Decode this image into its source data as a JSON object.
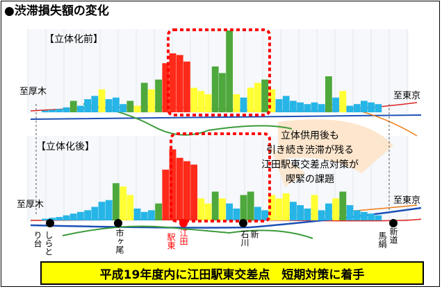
{
  "title": "●渋滞損失額の変化",
  "panel_before": {
    "label": "【立体化前】"
  },
  "panel_after": {
    "label": "【立体化後】"
  },
  "direction_left": "至厚木",
  "direction_right": "至東京",
  "stations": [
    {
      "name": "しらとり台",
      "color": "#000000"
    },
    {
      "name": "市ヶ尾",
      "color": "#000000"
    },
    {
      "name": "江田駅東",
      "color": "#ff0000"
    },
    {
      "name": "新石川",
      "color": "#000000"
    },
    {
      "name": "馬絹新道",
      "color": "#000000"
    }
  ],
  "station_lines": {
    "しらとり台": [
      "しらと",
      "り台"
    ],
    "市ヶ尾": [
      "市ヶ尾"
    ],
    "江田駅東": [
      "江田",
      "駅東"
    ],
    "新石川": [
      "新",
      "石川"
    ],
    "馬絹新道": [
      "新道",
      "馬絹"
    ]
  },
  "callout": {
    "lines": [
      "立体供用後も",
      "引き続き渋滞が残る",
      "江田駅東交差点対策が",
      "喫緊の課題"
    ]
  },
  "banner": "平成19年度内に江田駅東交差点　短期対策に着手",
  "colors": {
    "red": "#ff2a1a",
    "green": "#4ea83c",
    "yellow": "#ffff33",
    "cyan": "#26b5e6",
    "highlight": "#ff0000"
  },
  "chart_data": [
    {
      "type": "bar",
      "title": "【立体化前】",
      "ylim": [
        0,
        100
      ],
      "bars": [
        {
          "v": 2,
          "c": "cyan"
        },
        {
          "v": 3,
          "c": "cyan"
        },
        {
          "v": 4,
          "c": "cyan"
        },
        {
          "v": 6,
          "c": "cyan"
        },
        {
          "v": 14,
          "c": "green"
        },
        {
          "v": 8,
          "c": "cyan"
        },
        {
          "v": 16,
          "c": "cyan"
        },
        {
          "v": 20,
          "c": "cyan"
        },
        {
          "v": 28,
          "c": "yellow"
        },
        {
          "v": 16,
          "c": "cyan"
        },
        {
          "v": 18,
          "c": "cyan"
        },
        {
          "v": 10,
          "c": "cyan"
        },
        {
          "v": 14,
          "c": "green"
        },
        {
          "v": 8,
          "c": "yellow"
        },
        {
          "v": 36,
          "c": "green"
        },
        {
          "v": 28,
          "c": "yellow"
        },
        {
          "v": 40,
          "c": "green"
        },
        {
          "v": 60,
          "c": "red"
        },
        {
          "v": 72,
          "c": "red"
        },
        {
          "v": 70,
          "c": "red"
        },
        {
          "v": 62,
          "c": "red"
        },
        {
          "v": 30,
          "c": "yellow"
        },
        {
          "v": 26,
          "c": "yellow"
        },
        {
          "v": 22,
          "c": "yellow"
        },
        {
          "v": 56,
          "c": "green"
        },
        {
          "v": 48,
          "c": "green"
        },
        {
          "v": 100,
          "c": "green"
        },
        {
          "v": 22,
          "c": "yellow"
        },
        {
          "v": 18,
          "c": "cyan"
        },
        {
          "v": 30,
          "c": "yellow"
        },
        {
          "v": 36,
          "c": "yellow"
        },
        {
          "v": 40,
          "c": "green"
        },
        {
          "v": 28,
          "c": "yellow"
        },
        {
          "v": 16,
          "c": "cyan"
        },
        {
          "v": 20,
          "c": "cyan"
        },
        {
          "v": 14,
          "c": "cyan"
        },
        {
          "v": 12,
          "c": "cyan"
        },
        {
          "v": 10,
          "c": "cyan"
        },
        {
          "v": 12,
          "c": "cyan"
        },
        {
          "v": 10,
          "c": "cyan"
        },
        {
          "v": 44,
          "c": "green"
        },
        {
          "v": 18,
          "c": "cyan"
        },
        {
          "v": 26,
          "c": "yellow"
        },
        {
          "v": 8,
          "c": "cyan"
        },
        {
          "v": 10,
          "c": "cyan"
        },
        {
          "v": 14,
          "c": "cyan"
        },
        {
          "v": 12,
          "c": "cyan"
        },
        {
          "v": 10,
          "c": "cyan"
        }
      ]
    },
    {
      "type": "bar",
      "title": "【立体化後】",
      "ylim": [
        0,
        100
      ],
      "bars": [
        {
          "v": 2,
          "c": "cyan"
        },
        {
          "v": 3,
          "c": "cyan"
        },
        {
          "v": 4,
          "c": "cyan"
        },
        {
          "v": 6,
          "c": "cyan"
        },
        {
          "v": 8,
          "c": "cyan"
        },
        {
          "v": 10,
          "c": "cyan"
        },
        {
          "v": 12,
          "c": "cyan"
        },
        {
          "v": 16,
          "c": "cyan"
        },
        {
          "v": 22,
          "c": "cyan"
        },
        {
          "v": 24,
          "c": "cyan"
        },
        {
          "v": 44,
          "c": "green"
        },
        {
          "v": 40,
          "c": "yellow"
        },
        {
          "v": 30,
          "c": "yellow"
        },
        {
          "v": 14,
          "c": "cyan"
        },
        {
          "v": 10,
          "c": "cyan"
        },
        {
          "v": 12,
          "c": "cyan"
        },
        {
          "v": 20,
          "c": "green"
        },
        {
          "v": 60,
          "c": "red"
        },
        {
          "v": 84,
          "c": "red"
        },
        {
          "v": 74,
          "c": "red"
        },
        {
          "v": 70,
          "c": "red"
        },
        {
          "v": 66,
          "c": "red"
        },
        {
          "v": 26,
          "c": "yellow"
        },
        {
          "v": 20,
          "c": "yellow"
        },
        {
          "v": 34,
          "c": "green"
        },
        {
          "v": 26,
          "c": "yellow"
        },
        {
          "v": 20,
          "c": "cyan"
        },
        {
          "v": 14,
          "c": "cyan"
        },
        {
          "v": 30,
          "c": "green"
        },
        {
          "v": 34,
          "c": "green"
        },
        {
          "v": 16,
          "c": "cyan"
        },
        {
          "v": 12,
          "c": "cyan"
        },
        {
          "v": 30,
          "c": "yellow"
        },
        {
          "v": 26,
          "c": "yellow"
        },
        {
          "v": 32,
          "c": "yellow"
        },
        {
          "v": 22,
          "c": "cyan"
        },
        {
          "v": 18,
          "c": "cyan"
        },
        {
          "v": 14,
          "c": "cyan"
        },
        {
          "v": 30,
          "c": "yellow"
        },
        {
          "v": 12,
          "c": "cyan"
        },
        {
          "v": 20,
          "c": "cyan"
        },
        {
          "v": 26,
          "c": "yellow"
        },
        {
          "v": 34,
          "c": "green"
        },
        {
          "v": 18,
          "c": "cyan"
        },
        {
          "v": 12,
          "c": "cyan"
        },
        {
          "v": 10,
          "c": "cyan"
        },
        {
          "v": 8,
          "c": "cyan"
        },
        {
          "v": 6,
          "c": "cyan"
        }
      ]
    }
  ]
}
